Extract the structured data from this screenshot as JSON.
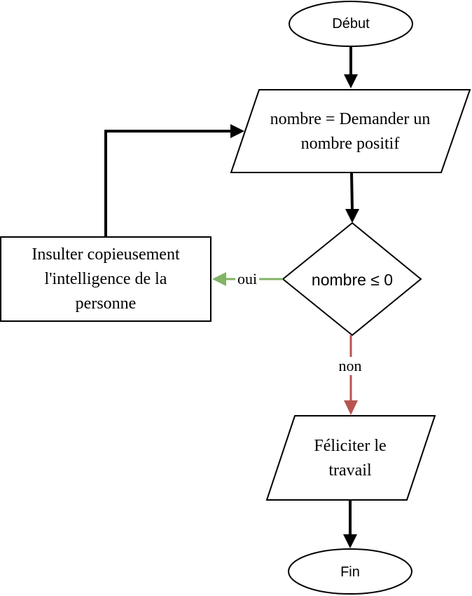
{
  "nodes": {
    "start": {
      "label": "Début"
    },
    "ask": {
      "line1": "nombre = Demander un",
      "line2": "nombre positif"
    },
    "check": {
      "label": "nombre ≤ 0"
    },
    "insult": {
      "line1": "Insulter copieusement",
      "line2": "l'intelligence de la",
      "line3": "personne"
    },
    "congrats": {
      "line1": "Féliciter le",
      "line2": "travail"
    },
    "end": {
      "label": "Fin"
    }
  },
  "edges": {
    "yes_label": "oui",
    "no_label": "non"
  },
  "colors": {
    "stroke": "#000000",
    "yes": "#82b366",
    "no": "#b85450",
    "fill": "#ffffff"
  }
}
